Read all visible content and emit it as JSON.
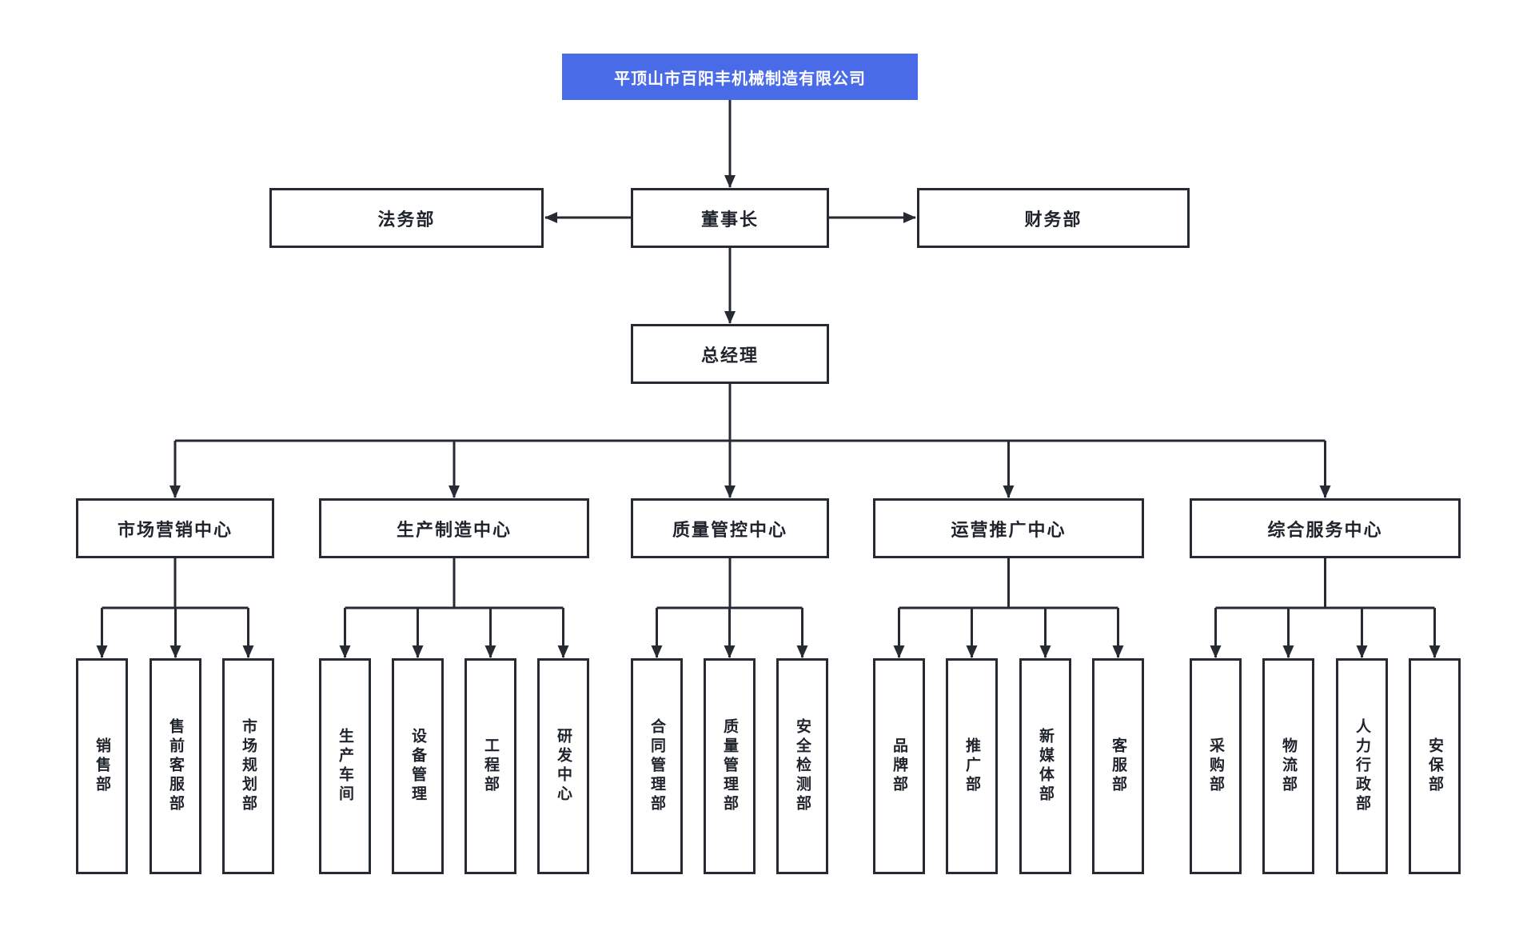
{
  "chart": {
    "type": "org-chart",
    "colors": {
      "root_bg": "#4a6be8",
      "root_text": "#ffffff",
      "line": "#262a33",
      "box_bg": "#ffffff",
      "box_text": "#1f242c"
    },
    "root": {
      "label": "平顶山市百阳丰机械制造有限公司"
    },
    "legal": {
      "label": "法务部"
    },
    "chairman": {
      "label": "董事长"
    },
    "finance": {
      "label": "财务部"
    },
    "gm": {
      "label": "总经理"
    },
    "centers": [
      {
        "label": "市场营销中心",
        "children": [
          {
            "label": "销售部"
          },
          {
            "label": "售前客服部"
          },
          {
            "label": "市场规划部"
          }
        ]
      },
      {
        "label": "生产制造中心",
        "children": [
          {
            "label": "生产车间"
          },
          {
            "label": "设备管理"
          },
          {
            "label": "工程部"
          },
          {
            "label": "研发中心"
          }
        ]
      },
      {
        "label": "质量管控中心",
        "children": [
          {
            "label": "合同管理部"
          },
          {
            "label": "质量管理部"
          },
          {
            "label": "安全检测部"
          }
        ]
      },
      {
        "label": "运营推广中心",
        "children": [
          {
            "label": "品牌部"
          },
          {
            "label": "推广部"
          },
          {
            "label": "新媒体部"
          },
          {
            "label": "客服部"
          }
        ]
      },
      {
        "label": "综合服务中心",
        "children": [
          {
            "label": "采购部"
          },
          {
            "label": "物流部"
          },
          {
            "label": "人力行政部"
          },
          {
            "label": "安保部"
          }
        ]
      }
    ]
  }
}
